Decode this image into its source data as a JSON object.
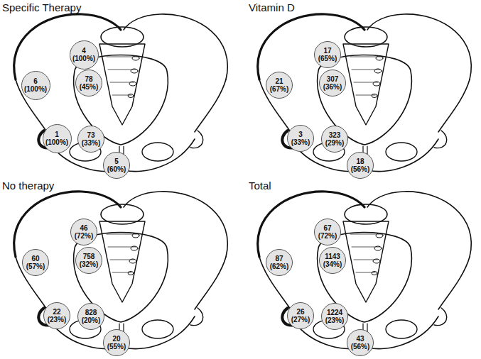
{
  "diagram": {
    "nodes": [
      {
        "text": [
          "4",
          "(100%)"
        ]
      },
      {
        "text": [
          "6",
          "(100%)"
        ]
      },
      {
        "text": [
          "78",
          "(45%)"
        ]
      },
      {
        "text": [
          "1",
          "(100%)"
        ]
      },
      {
        "text": [
          "73",
          "(33%)"
        ]
      },
      {
        "text": [
          "5",
          "(60%)"
        ]
      },
      {
        "text": [
          "17",
          "(65%)"
        ]
      },
      {
        "text": [
          "21",
          "(67%)"
        ]
      },
      {
        "text": [
          "307",
          "(36%)"
        ]
      },
      {
        "text": [
          "3",
          "(33%)"
        ]
      },
      {
        "text": [
          "323",
          "(29%)"
        ]
      },
      {
        "text": [
          "18",
          "(56%)"
        ]
      },
      {
        "text": [
          "46",
          "(72%)"
        ]
      },
      {
        "text": [
          "60",
          "(57%)"
        ]
      },
      {
        "text": [
          "758",
          "(32%)"
        ]
      },
      {
        "text": [
          "22",
          "(23%)"
        ]
      },
      {
        "text": [
          "828",
          "(20%)"
        ]
      },
      {
        "text": [
          "20",
          "(55%)"
        ]
      },
      {
        "text": [
          "67",
          "(72%)"
        ]
      },
      {
        "text": [
          "87",
          "(62%)"
        ]
      },
      {
        "text": [
          "1143",
          "(34%)"
        ]
      },
      {
        "text": [
          "26",
          "(27%)"
        ]
      },
      {
        "text": [
          "1224",
          "(23%)"
        ]
      },
      {
        "text": [
          "43",
          "(56%)"
        ]
      }
    ],
    "labels": [
      "Specific Therapy",
      "Vitamin D",
      "No therapy",
      "Total"
    ]
  }
}
